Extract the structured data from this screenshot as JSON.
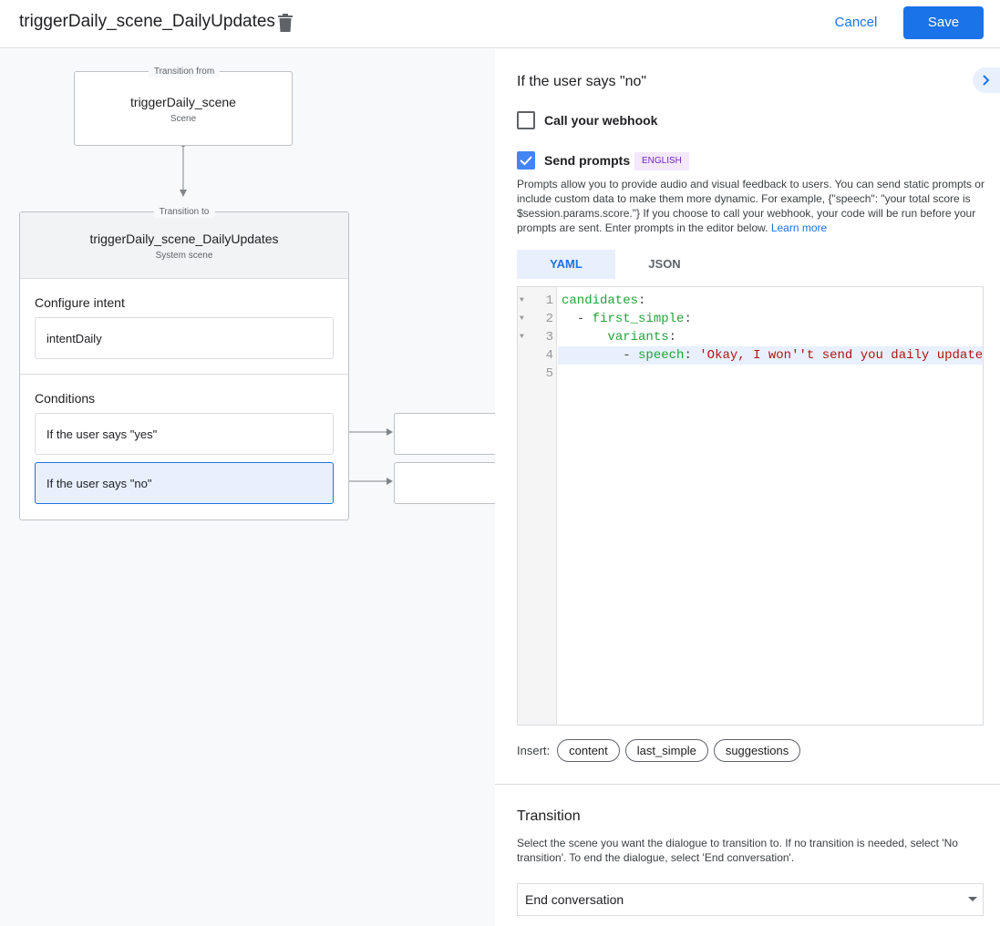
{
  "header": {
    "title": "triggerDaily_scene_DailyUpdates",
    "cancel_label": "Cancel",
    "save_label": "Save"
  },
  "canvas": {
    "from": {
      "label": "Transition from",
      "title": "triggerDaily_scene",
      "subtitle": "Scene"
    },
    "to": {
      "label": "Transition to",
      "title": "triggerDaily_scene_DailyUpdates",
      "subtitle": "System scene",
      "intent_heading": "Configure intent",
      "intent_value": "intentDaily",
      "conditions_heading": "Conditions",
      "conditions": [
        {
          "label": "If the user says \"yes\"",
          "selected": false
        },
        {
          "label": "If the user says \"no\"",
          "selected": true
        }
      ]
    }
  },
  "panel": {
    "heading": "If the user says \"no\"",
    "webhook": {
      "label": "Call your webhook",
      "checked": false
    },
    "prompts": {
      "label": "Send prompts",
      "checked": true,
      "badge": "ENGLISH",
      "description": "Prompts allow you to provide audio and visual feedback to users. You can send static prompts or include custom data to make them more dynamic. For example, {\"speech\": \"your total score is $session.params.score.\"} If you choose to call your webhook, your code will be run before your prompts are sent. Enter prompts in the editor below.",
      "learn_more": "Learn more"
    },
    "tabs": [
      {
        "label": "YAML",
        "active": true
      },
      {
        "label": "JSON",
        "active": false
      }
    ],
    "editor": {
      "line_numbers": [
        "1",
        "2",
        "3",
        "4",
        "5"
      ],
      "lines": [
        {
          "indent": "",
          "dash": "",
          "key": "candidates",
          "colon": ":",
          "value": ""
        },
        {
          "indent": "  ",
          "dash": "- ",
          "key": "first_simple",
          "colon": ":",
          "value": ""
        },
        {
          "indent": "      ",
          "dash": "",
          "key": "variants",
          "colon": ":",
          "value": ""
        },
        {
          "indent": "        ",
          "dash": "- ",
          "key": "speech",
          "colon": ": ",
          "value": "'Okay, I won''t send you daily update"
        },
        {
          "indent": "",
          "dash": "",
          "key": "",
          "colon": "",
          "value": ""
        }
      ]
    },
    "insert": {
      "label": "Insert:",
      "chips": [
        "content",
        "last_simple",
        "suggestions"
      ]
    },
    "transition": {
      "heading": "Transition",
      "description": "Select the scene you want the dialogue to transition to. If no transition is needed, select 'No transition'. To end the dialogue, select 'End conversation'.",
      "selected": "End conversation"
    }
  },
  "colors": {
    "accent": "#1a73e8",
    "selected_bg": "#e8f0fe",
    "badge_bg": "#f3e8fd",
    "badge_text": "#7627bb"
  }
}
